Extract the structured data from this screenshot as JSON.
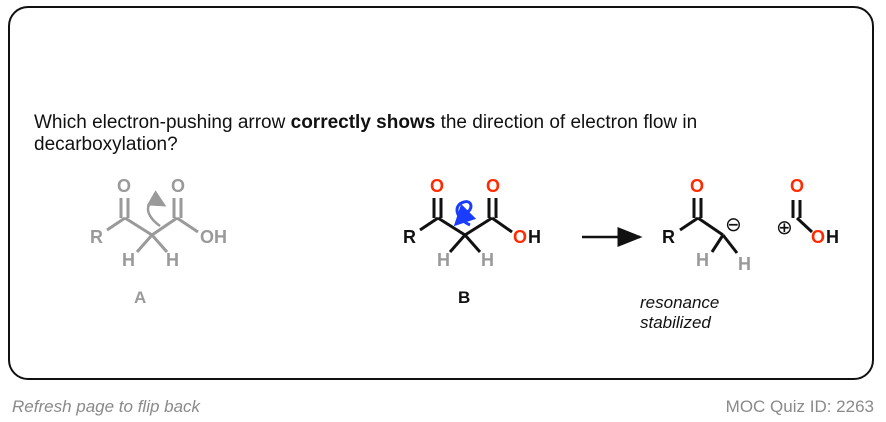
{
  "question": {
    "before": "Which electron-pushing arrow ",
    "bold": "correctly shows",
    "after": " the direction of electron flow in decarboxylation?"
  },
  "molecules": {
    "a": {
      "label": "A",
      "atoms": {
        "o1": "O",
        "o2": "O",
        "r": "R",
        "oh": "OH",
        "h1": "H",
        "h2": "H"
      }
    },
    "b": {
      "label": "B",
      "atoms": {
        "o1": "O",
        "o2": "O",
        "r": "R",
        "o3": "O",
        "h": "H",
        "h1": "H",
        "h2": "H"
      }
    },
    "product1": {
      "atoms": {
        "o": "O",
        "r": "R",
        "h1": "H",
        "h2": "H"
      },
      "charge": "⊖"
    },
    "product2": {
      "atoms": {
        "o1": "O",
        "o2": "O",
        "h": "H"
      },
      "charge": "⊕"
    }
  },
  "note": {
    "line1": "resonance",
    "line2": "stabilized"
  },
  "footer": {
    "left": "Refresh page to flip back",
    "right": "MOC Quiz ID: 2263"
  },
  "colors": {
    "gray": "#9a9a9a",
    "oxygen_red": "#ff2a00",
    "arrow_blue": "#1a3cff",
    "black": "#111111"
  }
}
